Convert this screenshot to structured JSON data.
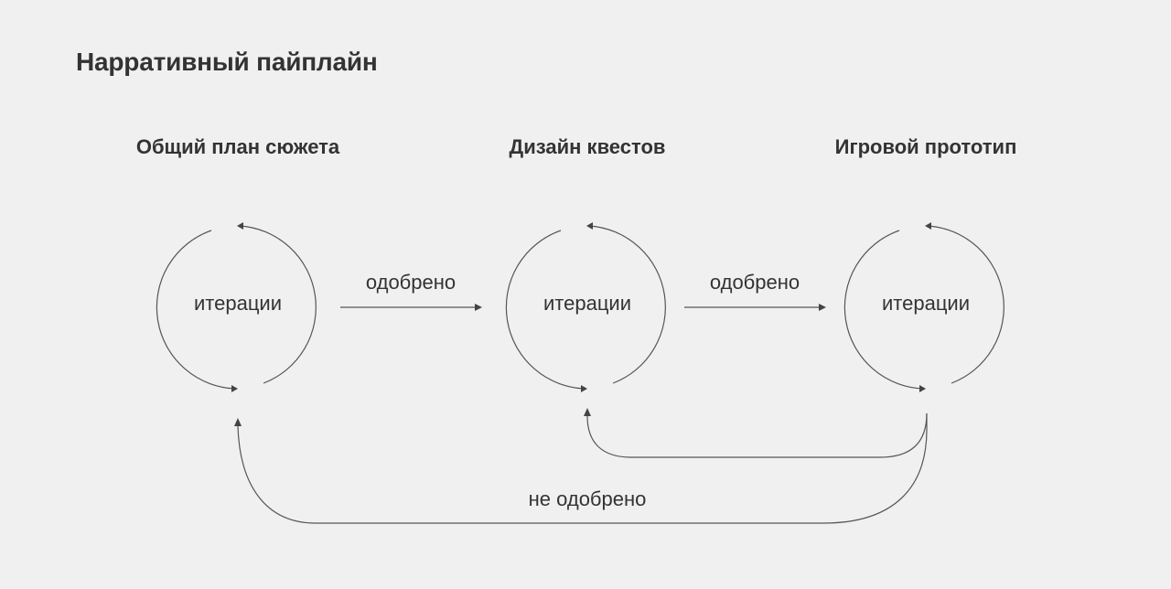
{
  "title": "Нарративный пайплайн",
  "stages": [
    {
      "title": "Общий план сюжета",
      "node": "итерации"
    },
    {
      "title": "Дизайн квестов",
      "node": "итерации"
    },
    {
      "title": "Игровой прототип",
      "node": "итерации"
    }
  ],
  "edges": {
    "approved_1": "одобрено",
    "approved_2": "одобрено",
    "rejected": "не одобрено"
  },
  "colors": {
    "background": "#f0f0f0",
    "text": "#333333",
    "stroke": "#555555"
  }
}
